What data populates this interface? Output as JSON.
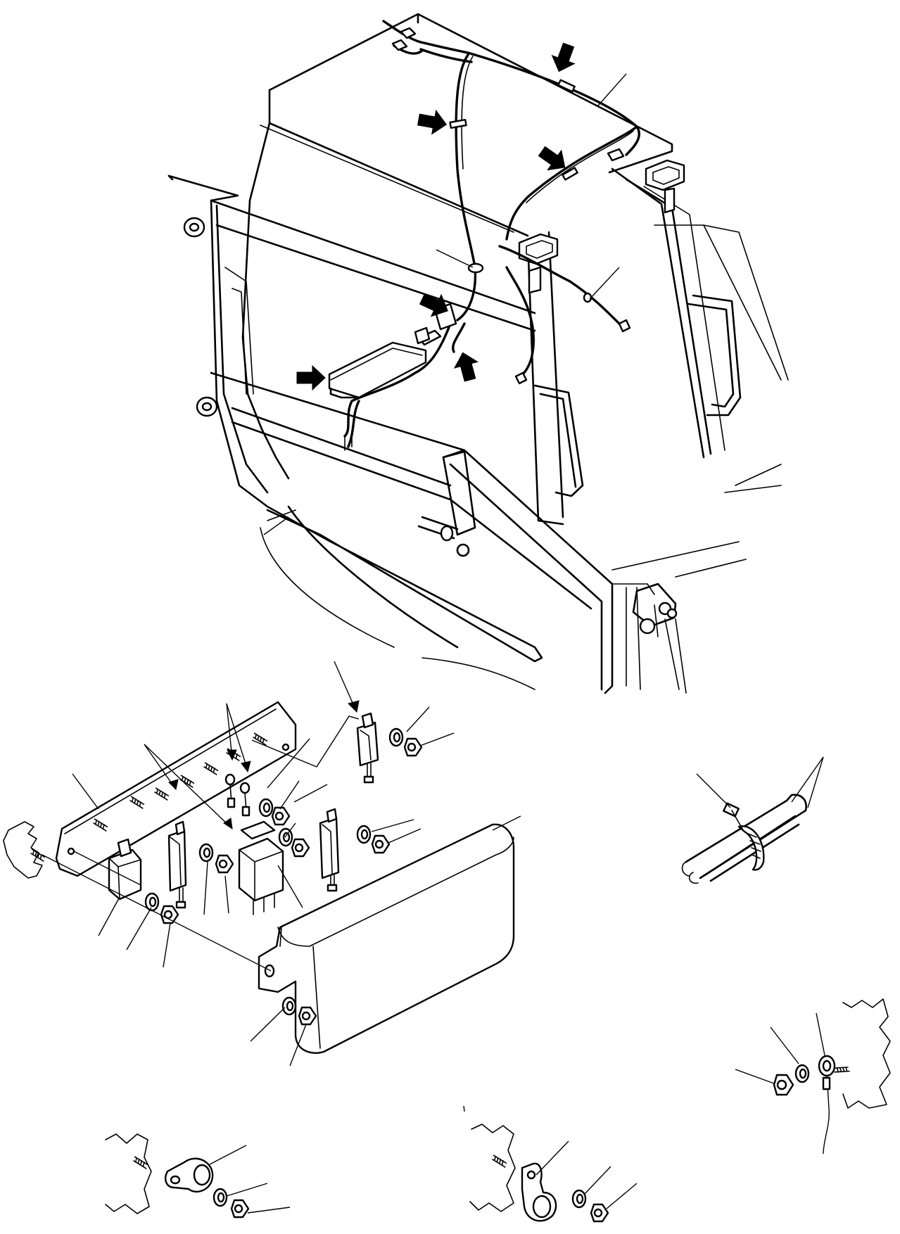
{
  "figure": {
    "views": [
      {
        "id": "main",
        "name": "cab-harness-view"
      },
      {
        "id": "panel",
        "name": "relay-panel-exploded-view"
      },
      {
        "id": "clip",
        "name": "cable-tie-detail"
      },
      {
        "id": "ground",
        "name": "ground-terminal-detail"
      },
      {
        "id": "clampA",
        "name": "harness-clamp-detail-a"
      },
      {
        "id": "clampB",
        "name": "harness-clamp-detail-b"
      }
    ],
    "icons": [
      "arrow-icon",
      "relay-icon",
      "nut-icon",
      "washer-icon",
      "bolt-icon",
      "cable-tie-icon",
      "clamp-icon"
    ]
  }
}
